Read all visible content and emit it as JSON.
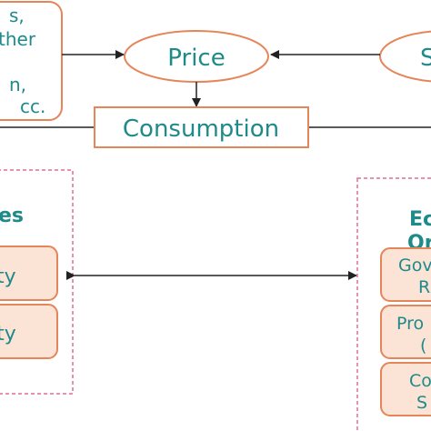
{
  "top": {
    "left_box_lines": [
      "s,",
      "ther",
      "",
      "n,",
      "cc."
    ],
    "price_label": "Price",
    "right_ellipse_label": "S",
    "consumption_label": "Consumption"
  },
  "left_panel": {
    "title": "es",
    "items": [
      "ty",
      "ity"
    ]
  },
  "right_panel": {
    "title_lines": [
      "Ec",
      "Or"
    ],
    "items": [
      [
        "Gov",
        "R"
      ],
      [
        "Pro",
        "("
      ],
      [
        "Co",
        "S"
      ]
    ]
  },
  "colors": {
    "text": "#1f8a8a",
    "box_fill": "#fbe3d6",
    "box_stroke": "#e5855a",
    "dashed_border": "#e26a98",
    "arrow": "#222222"
  }
}
